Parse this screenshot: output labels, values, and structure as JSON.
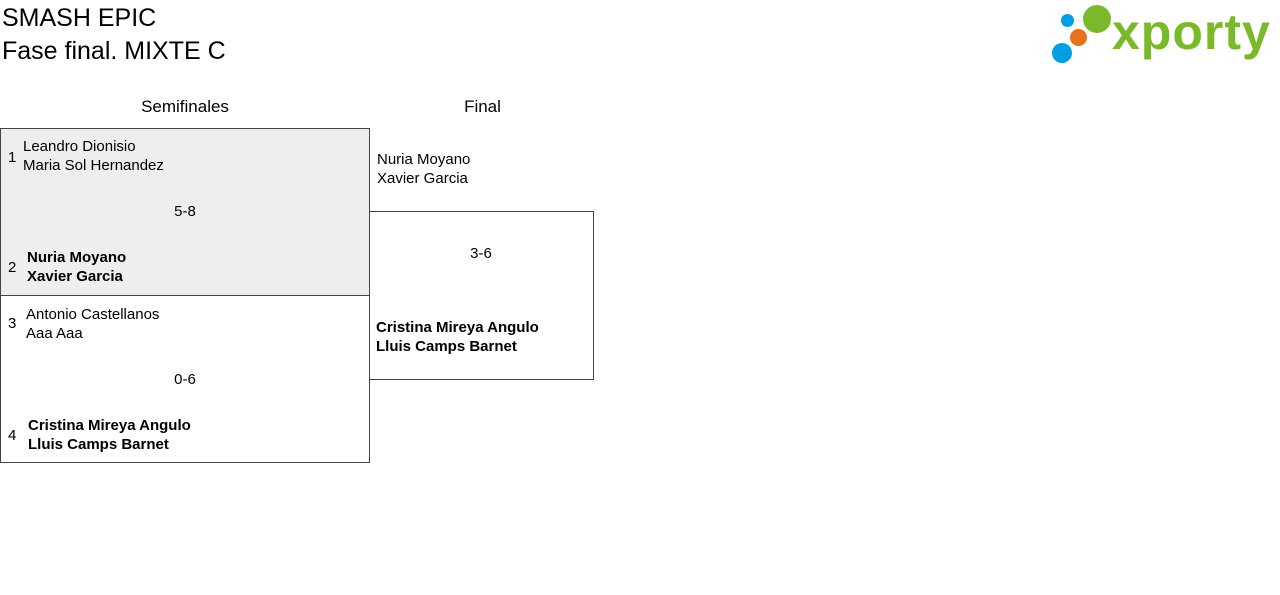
{
  "header": {
    "title": "SMASH EPIC",
    "subtitle": "Fase final. MIXTE C"
  },
  "logo": {
    "text": "xporty",
    "dot_colors": [
      "#009fe3",
      "#e7721b",
      "#7ab929"
    ],
    "text_color": "#7ab929"
  },
  "rounds": {
    "semifinal": "Semifinales",
    "final": "Final"
  },
  "semifinals": [
    {
      "top": {
        "seed": "1",
        "player1": "Leandro Dionisio",
        "player2": "Maria Sol Hernandez"
      },
      "score": "5-8",
      "bottom": {
        "seed": "2",
        "player1": "Nuria Moyano",
        "player2": "Xavier Garcia"
      }
    },
    {
      "top": {
        "seed": "3",
        "player1": "Antonio Castellanos",
        "player2": "Aaa Aaa"
      },
      "score": "0-6",
      "bottom": {
        "seed": "4",
        "player1": "Cristina Mireya Angulo",
        "player2": "Lluis Camps Barnet"
      }
    }
  ],
  "final": {
    "top": {
      "player1": "Nuria Moyano",
      "player2": "Xavier Garcia"
    },
    "score": "3-6",
    "bottom": {
      "player1": "Cristina Mireya Angulo",
      "player2": "Lluis Camps Barnet"
    }
  }
}
